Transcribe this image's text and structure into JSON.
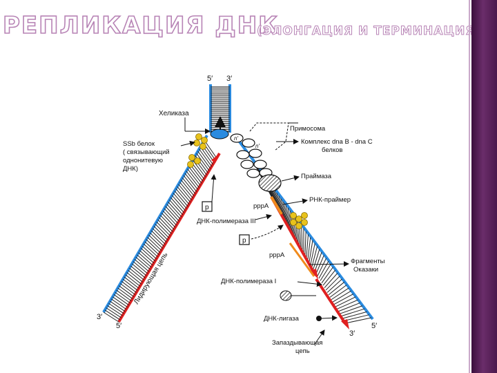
{
  "slide": {
    "title": "РЕПЛИКАЦИЯ ДНК",
    "subtitle": "(ЭЛОНГАЦИЯ И ТЕРМИНАЦИЯ)"
  },
  "diagram": {
    "labels": {
      "top_5": "5′",
      "top_3": "3′",
      "helicase": "Хеликаза",
      "ssb_line1": "SSb белок",
      "ssb_line2": "( связывающий",
      "ssb_line3": "однонитевую",
      "ssb_line4": "ДНК)",
      "primosome": "Примосома",
      "dnab_line1": "Комплекс dna B - dna C",
      "dnab_line2": "белков",
      "primase": "Праймаза",
      "pppA_1": "pppA",
      "rna_primer": "РНК-праймер",
      "p_box_1": "p",
      "p_box_2": "p",
      "dna_pol_3": "ДНК-полимераза III",
      "pppA_2": "pppA",
      "okazaki_line1": "Фрагменты",
      "okazaki_line2": "Оказаки",
      "dna_pol_1": "ДНК-полимераза I",
      "ligase": "ДНК-лигаза",
      "lagging_line1": "Запаздывающая",
      "lagging_line2": "цепь",
      "leading_strand": "Лидирующая цепь",
      "bottom_left_3": "3′",
      "bottom_left_5": "5′",
      "bottom_right_5": "5′",
      "bottom_right_3": "3′",
      "n_label": "n′",
      "n_label2": "n′"
    },
    "colors": {
      "template_strand": "#2a8be0",
      "new_strand": "#e02020",
      "ssb_protein": "#e8c21c",
      "rna_primer": "#f08a1c",
      "helicase": "#2a8be0",
      "purple_band": "#5a2160"
    }
  }
}
